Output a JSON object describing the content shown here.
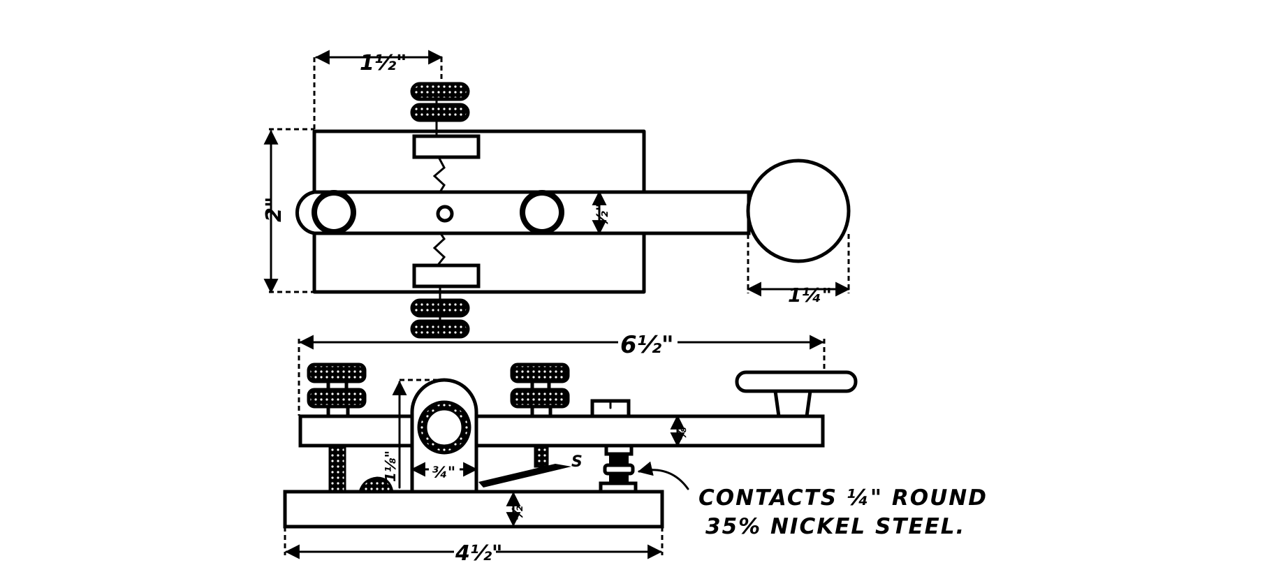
{
  "top_view": {
    "dim_lever_offset": "1½\"",
    "dim_base_width": "2\"",
    "dim_lever_width": "½\"",
    "dim_knob_diameter": "1¼\""
  },
  "side_view": {
    "dim_lever_length": "6½\"",
    "dim_lever_thickness": "⅜\"",
    "dim_pivot_height": "1⅛\"",
    "dim_trunnion_width": "¾\"",
    "dim_base_thickness": "½\"",
    "dim_base_length": "4½\"",
    "spring_label": "S"
  },
  "note": {
    "line1": "CONTACTS ¼\" ROUND",
    "line2": "35% NICKEL STEEL."
  }
}
